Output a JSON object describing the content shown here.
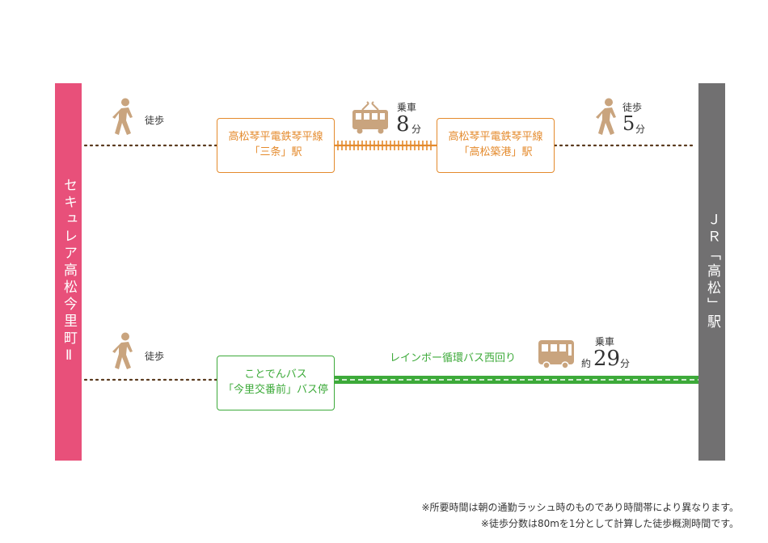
{
  "origin": {
    "label": "セキュレア高松今里町Ⅱ",
    "color": "#e8507a"
  },
  "destination": {
    "label": "ＪＲ「高松」駅",
    "color": "#717071"
  },
  "colors": {
    "walk": "#5a3a1e",
    "train": "#e48a2c",
    "bus": "#3daa3a",
    "icon": "#c9a47e"
  },
  "route1": {
    "walk_start_label": "徒歩",
    "station1": {
      "line1": "高松琴平電鉄琴平線",
      "line2": "「三条」駅"
    },
    "ride_label": "乗車",
    "ride_minutes": "8",
    "ride_unit": "分",
    "station2": {
      "line1": "高松琴平電鉄琴平線",
      "line2": "「高松築港」駅"
    },
    "walk_end_label": "徒歩",
    "walk_end_minutes": "5",
    "walk_end_unit": "分"
  },
  "route2": {
    "walk_start_label": "徒歩",
    "stop": {
      "line1": "ことでんバス",
      "line2": "「今里交番前」バス停"
    },
    "bus_line_label": "レインボー循環バス西回り",
    "ride_label": "乗車",
    "ride_prefix": "約",
    "ride_minutes": "29",
    "ride_unit": "分"
  },
  "notes": [
    "※所要時間は朝の通勤ラッシュ時のものであり時間帯により異なります。",
    "※徒歩分数は80mを1分として計算した徒歩概測時間です。"
  ],
  "icons": {
    "walker": "walker-icon",
    "train": "train-icon",
    "bus": "bus-icon"
  }
}
